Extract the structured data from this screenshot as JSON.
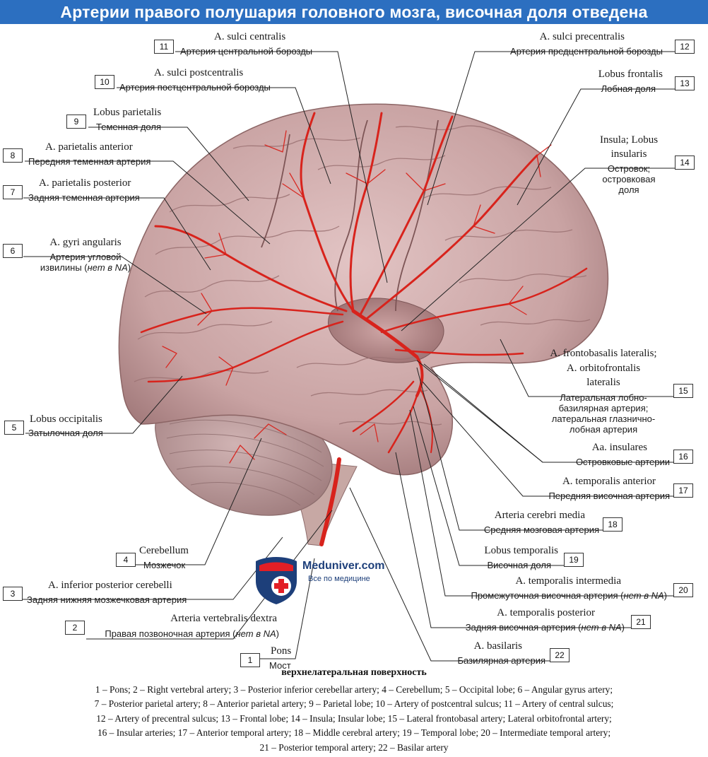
{
  "title": "Артерии правого полушария головного мозга, височная доля отведена",
  "labels": [
    {
      "n": "1",
      "latin": "Pons",
      "russian": "Мост"
    },
    {
      "n": "2",
      "latin": "Arteria vertebralis dextra",
      "russian": "Правая позвоночная артерия (нет в NA)"
    },
    {
      "n": "3",
      "latin": "A. inferior posterior cerebelli",
      "russian": "Задняя нижняя мозжечковая артерия"
    },
    {
      "n": "4",
      "latin": "Cerebellum",
      "russian": "Мозжечок"
    },
    {
      "n": "5",
      "latin": "Lobus occipitalis",
      "russian": "Затылочная доля"
    },
    {
      "n": "6",
      "latin": "A. gyri angularis",
      "russian": "Артерия угловой",
      "russian2": "извилины (нет в NA)"
    },
    {
      "n": "7",
      "latin": "A. parietalis posterior",
      "russian": "Задняя теменная артерия"
    },
    {
      "n": "8",
      "latin": "A. parietalis anterior",
      "russian": "Передняя теменная артерия"
    },
    {
      "n": "9",
      "latin": "Lobus parietalis",
      "russian": "Теменная доля"
    },
    {
      "n": "10",
      "latin": "A. sulci postcentralis",
      "russian": "Артерия постцентральной борозды"
    },
    {
      "n": "11",
      "latin": "A. sulci centralis",
      "russian": "Артерия центральной борозды"
    },
    {
      "n": "12",
      "latin": "A. sulci precentralis",
      "russian": "Артерия предцентральной борозды"
    },
    {
      "n": "13",
      "latin": "Lobus frontalis",
      "russian": "Лобная доля"
    },
    {
      "n": "14",
      "latin": "Insula; Lobus",
      "latin2": "insularis",
      "russian": "Островок;",
      "russian2": "островковая",
      "russian3": "доля"
    },
    {
      "n": "15",
      "latin": "A. frontobasalis lateralis;",
      "latin2": "A. orbitofrontalis",
      "latin3": "lateralis",
      "russian": "Латеральная лобно-",
      "russian2": "базилярная артерия;",
      "russian3": "латеральная глазнично-",
      "russian4": "лобная артерия"
    },
    {
      "n": "16",
      "latin": "Aa. insulares",
      "russian": "Островковые артерии"
    },
    {
      "n": "17",
      "latin": "A. temporalis anterior",
      "russian": "Передняя височная артерия"
    },
    {
      "n": "18",
      "latin": "Arteria cerebri media",
      "russian": "Средняя мозговая артерия"
    },
    {
      "n": "19",
      "latin": "Lobus temporalis",
      "russian": "Височная доля"
    },
    {
      "n": "20",
      "latin": "A. temporalis intermedia",
      "russian": "Промежуточная височная артерия (нет в NA)"
    },
    {
      "n": "21",
      "latin": "A. temporalis posterior",
      "russian": "Задняя височная артерия (нет в NA)"
    },
    {
      "n": "22",
      "latin": "A. basilaris",
      "russian": "Базилярная артерия"
    }
  ],
  "logo": {
    "name": "Meduniver.com",
    "tagline": "Все по медицине"
  },
  "caption": "верхнелатеральная поверхность",
  "legend_lines": [
    "1 – Pons; 2 – Right vertebral artery; 3 – Posterior inferior cerebellar artery; 4 – Cerebellum; 5 – Occipital lobe; 6 – Angular gyrus artery;",
    "7 – Posterior parietal artery; 8 – Anterior parietal artery; 9 – Parietal lobe; 10 – Artery of postcentral sulcus; 11 – Artery of central sulcus;",
    "12 – Artery of precentral sulcus; 13 – Frontal lobe; 14 – Insula; Insular lobe; 15 – Lateral frontobasal artery; Lateral orbitofrontal artery;",
    "16 – Insular arteries; 17 – Anterior temporal artery; 18 – Middle cerebral artery; 19 – Temporal lobe; 20 – Intermediate temporal artery;",
    "21 – Posterior temporal artery; 22 – Basilar artery"
  ],
  "colors": {
    "title_bar": "#2c6fc0",
    "artery": "#d8231c",
    "brain": "#c9a3a3",
    "cerebellum": "#b89494",
    "logo_blue": "#1d3f7a",
    "logo_red": "#e21f26"
  }
}
